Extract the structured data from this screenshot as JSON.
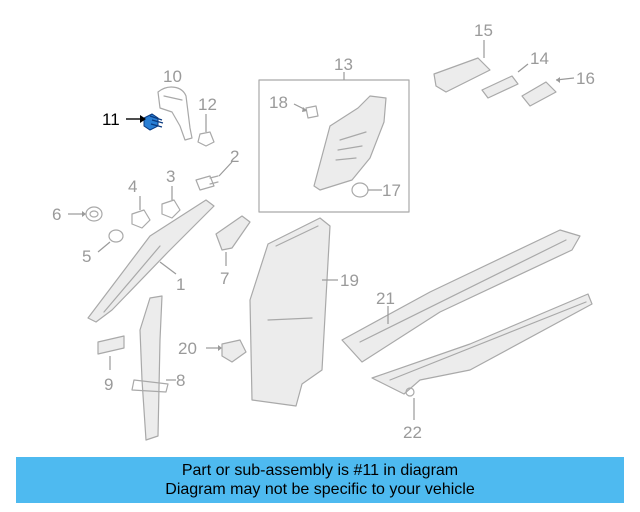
{
  "callouts": {
    "c1": "1",
    "c2": "2",
    "c3": "3",
    "c4": "4",
    "c5": "5",
    "c6": "6",
    "c7": "7",
    "c8": "8",
    "c9": "9",
    "c10": "10",
    "c11": "11",
    "c12": "12",
    "c13": "13",
    "c14": "14",
    "c15": "15",
    "c16": "16",
    "c17": "17",
    "c18": "18",
    "c19": "19",
    "c20": "20",
    "c21": "21",
    "c22": "22"
  },
  "highlighted_part": "11",
  "colors": {
    "banner": "#4ebaf0",
    "highlight_part": "#2a7fd4",
    "line_art": "#a9a9a9"
  },
  "banner": {
    "line1": "Part or sub-assembly is #11 in diagram",
    "line2": "Diagram may not be specific to your vehicle"
  }
}
